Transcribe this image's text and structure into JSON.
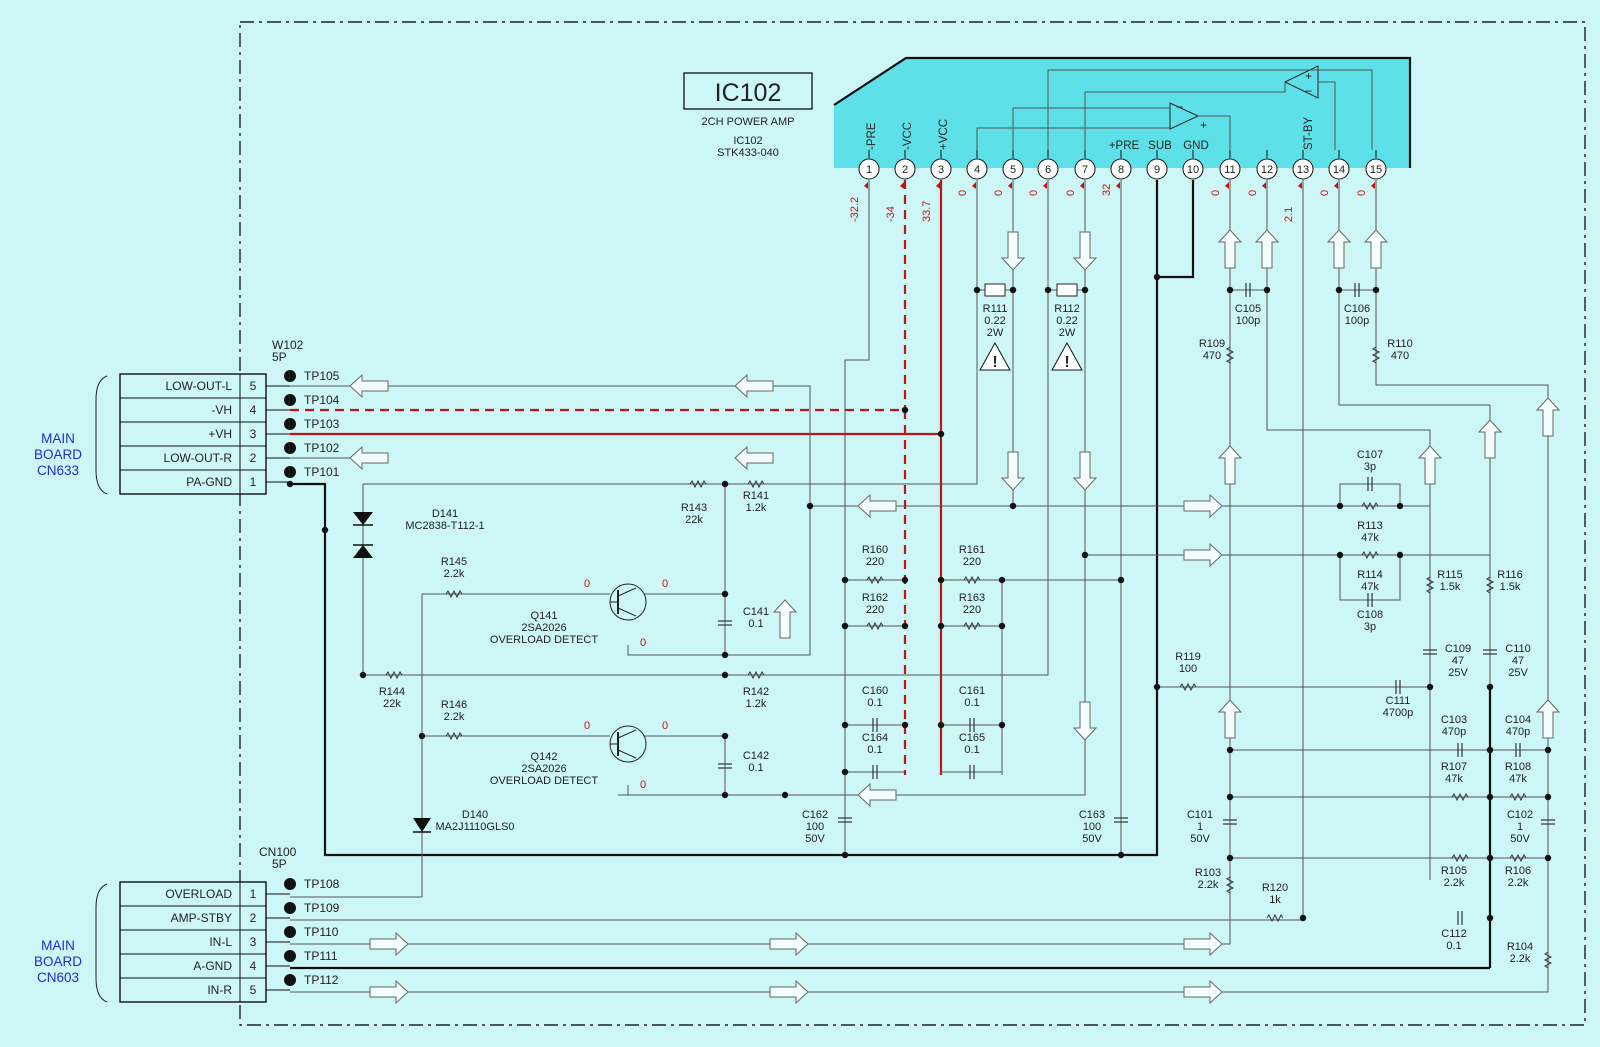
{
  "ic": {
    "name": "IC102",
    "desc": "2CH POWER AMP",
    "ref": "IC102",
    "part": "STK433-040",
    "color": "#5ee0e8",
    "pin_labels": [
      "-PRE",
      "-VCC",
      "+VCC",
      "+PRE",
      "SUB",
      "GND",
      "ST-BY"
    ],
    "pins": [
      "1",
      "2",
      "3",
      "4",
      "5",
      "6",
      "7",
      "8",
      "9",
      "10",
      "11",
      "12",
      "13",
      "14",
      "15"
    ],
    "voltages": [
      "-32.2",
      "-34",
      "33.7",
      "0",
      "0",
      "0",
      "0",
      "32",
      "0",
      "0",
      "2.1",
      "0",
      "0"
    ]
  },
  "w102": {
    "name": "W102",
    "pins": "5P",
    "rows": [
      {
        "label": "LOW-OUT-L",
        "num": "5",
        "tp": "TP105"
      },
      {
        "label": "-VH",
        "num": "4",
        "tp": "TP104"
      },
      {
        "label": "+VH",
        "num": "3",
        "tp": "TP103"
      },
      {
        "label": "LOW-OUT-R",
        "num": "2",
        "tp": "TP102"
      },
      {
        "label": "PA-GND",
        "num": "1",
        "tp": "TP101"
      }
    ],
    "board": [
      "MAIN",
      "BOARD",
      "CN633"
    ]
  },
  "cn100": {
    "name": "CN100",
    "pins": "5P",
    "rows": [
      {
        "label": "OVERLOAD",
        "num": "1",
        "tp": "TP108"
      },
      {
        "label": "AMP-STBY",
        "num": "2",
        "tp": "TP109"
      },
      {
        "label": "IN-L",
        "num": "3",
        "tp": "TP110"
      },
      {
        "label": "A-GND",
        "num": "4",
        "tp": "TP111"
      },
      {
        "label": "IN-R",
        "num": "5",
        "tp": "TP112"
      }
    ],
    "board": [
      "MAIN",
      "BOARD",
      "CN603"
    ]
  },
  "components": {
    "r111": [
      "R111",
      "0.22",
      "2W"
    ],
    "r112": [
      "R112",
      "0.22",
      "2W"
    ],
    "c105": [
      "C105",
      "100p"
    ],
    "c106": [
      "C106",
      "100p"
    ],
    "r109": [
      "R109",
      "470"
    ],
    "r110": [
      "R110",
      "470"
    ],
    "c107": [
      "C107",
      "3p"
    ],
    "r113": [
      "R113",
      "47k"
    ],
    "r114": [
      "R114",
      "47k"
    ],
    "c108": [
      "C108",
      "3p"
    ],
    "r115": [
      "R115",
      "1.5k"
    ],
    "r116": [
      "R116",
      "1.5k"
    ],
    "c109": [
      "C109",
      "47",
      "25V"
    ],
    "c110": [
      "C110",
      "47",
      "25V"
    ],
    "r143": [
      "R143",
      "22k"
    ],
    "r141": [
      "R141",
      "1.2k"
    ],
    "d141": [
      "D141",
      "MC2838-T112-1"
    ],
    "r145": [
      "R145",
      "2.2k"
    ],
    "q141": [
      "Q141",
      "2SA2026",
      "OVERLOAD DETECT"
    ],
    "c141": [
      "C141",
      "0.1"
    ],
    "r144": [
      "R144",
      "22k"
    ],
    "r142": [
      "R142",
      "1.2k"
    ],
    "r146": [
      "R146",
      "2.2k"
    ],
    "q142": [
      "Q142",
      "2SA2026",
      "OVERLOAD DETECT"
    ],
    "c142": [
      "C142",
      "0.1"
    ],
    "d140": [
      "D140",
      "MA2J1110GLS0"
    ],
    "r160": [
      "R160",
      "220"
    ],
    "r162": [
      "R162",
      "220"
    ],
    "r161": [
      "R161",
      "220"
    ],
    "r163": [
      "R163",
      "220"
    ],
    "c160": [
      "C160",
      "0.1"
    ],
    "c164": [
      "C164",
      "0.1"
    ],
    "c161": [
      "C161",
      "0.1"
    ],
    "c165": [
      "C165",
      "0.1"
    ],
    "c162": [
      "C162",
      "100",
      "50V"
    ],
    "c163": [
      "C163",
      "100",
      "50V"
    ],
    "r119": [
      "R119",
      "100"
    ],
    "c111": [
      "C111",
      "4700p"
    ],
    "c103": [
      "C103",
      "470p"
    ],
    "c104": [
      "C104",
      "470p"
    ],
    "r107": [
      "R107",
      "47k"
    ],
    "r108": [
      "R108",
      "47k"
    ],
    "c101": [
      "C101",
      "1",
      "50V"
    ],
    "c102": [
      "C102",
      "1",
      "50V"
    ],
    "r103": [
      "R103",
      "2.2k"
    ],
    "r120": [
      "R120",
      "1k"
    ],
    "r105": [
      "R105",
      "2.2k"
    ],
    "r106": [
      "R106",
      "2.2k"
    ],
    "c112": [
      "C112",
      "0.1"
    ],
    "r104": [
      "R104",
      "2.2k"
    ]
  },
  "transistor_volts": [
    "0",
    "0",
    "0",
    "0",
    "0",
    "0"
  ]
}
